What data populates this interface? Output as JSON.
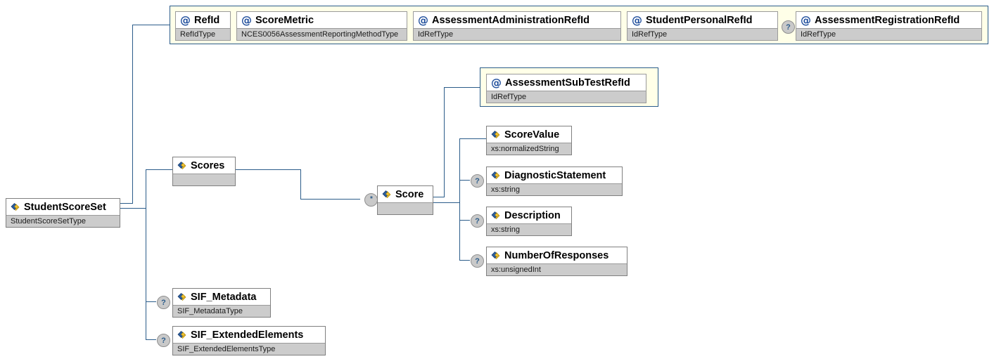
{
  "diagram": {
    "type": "xml-schema-tree",
    "title": "StudentScoreSet",
    "colors": {
      "line": "#2b5c8a",
      "attribute_container_bg": "#ffffe8",
      "attribute_container_border": "#2b5c8a",
      "node_border": "#808080",
      "type_row_bg": "#cccccc",
      "marker_bg": "#c9c9c9",
      "icon_blue": "#2b5c9b",
      "icon_yellow": "#f2c230",
      "at_sign": "#1f4e9c"
    }
  },
  "root": {
    "name": "StudentScoreSet",
    "type": "StudentScoreSetType",
    "kind": "element",
    "icon": "element-icon",
    "occurrence": null
  },
  "attribute_group_root": {
    "container": "attribute-group",
    "attributes": [
      {
        "name": "RefId",
        "type": "RefIdType",
        "icon": "at-icon",
        "optional": false
      },
      {
        "name": "ScoreMetric",
        "type": "NCES0056AssessmentReportingMethodType",
        "icon": "at-icon",
        "optional": false
      },
      {
        "name": "AssessmentAdministrationRefId",
        "type": "IdRefType",
        "icon": "at-icon",
        "optional": false
      },
      {
        "name": "StudentPersonalRefId",
        "type": "IdRefType",
        "icon": "at-icon",
        "optional": false
      },
      {
        "name": "AssessmentRegistrationRefId",
        "type": "IdRefType",
        "icon": "at-icon",
        "optional": true,
        "marker": "?"
      }
    ]
  },
  "children_root": [
    {
      "name": "Scores",
      "type": "",
      "icon": "element-icon",
      "optional": false
    },
    {
      "name": "SIF_Metadata",
      "type": "SIF_MetadataType",
      "icon": "element-icon",
      "optional": true,
      "marker": "?"
    },
    {
      "name": "SIF_ExtendedElements",
      "type": "SIF_ExtendedElementsType",
      "icon": "element-icon",
      "optional": true,
      "marker": "?"
    }
  ],
  "score": {
    "name": "Score",
    "type": "",
    "icon": "element-icon",
    "marker": "*",
    "marker_name": "repeat-marker"
  },
  "attribute_group_score": {
    "container": "attribute-group",
    "attributes": [
      {
        "name": "AssessmentSubTestRefId",
        "type": "IdRefType",
        "icon": "at-icon",
        "optional": false
      }
    ]
  },
  "children_score": [
    {
      "name": "ScoreValue",
      "type": "xs:normalizedString",
      "icon": "element-icon",
      "optional": false
    },
    {
      "name": "DiagnosticStatement",
      "type": "xs:string",
      "icon": "element-icon",
      "optional": true,
      "marker": "?"
    },
    {
      "name": "Description",
      "type": "xs:string",
      "icon": "element-icon",
      "optional": true,
      "marker": "?"
    },
    {
      "name": "NumberOfResponses",
      "type": "xs:unsignedInt",
      "icon": "element-icon",
      "optional": true,
      "marker": "?"
    }
  ]
}
